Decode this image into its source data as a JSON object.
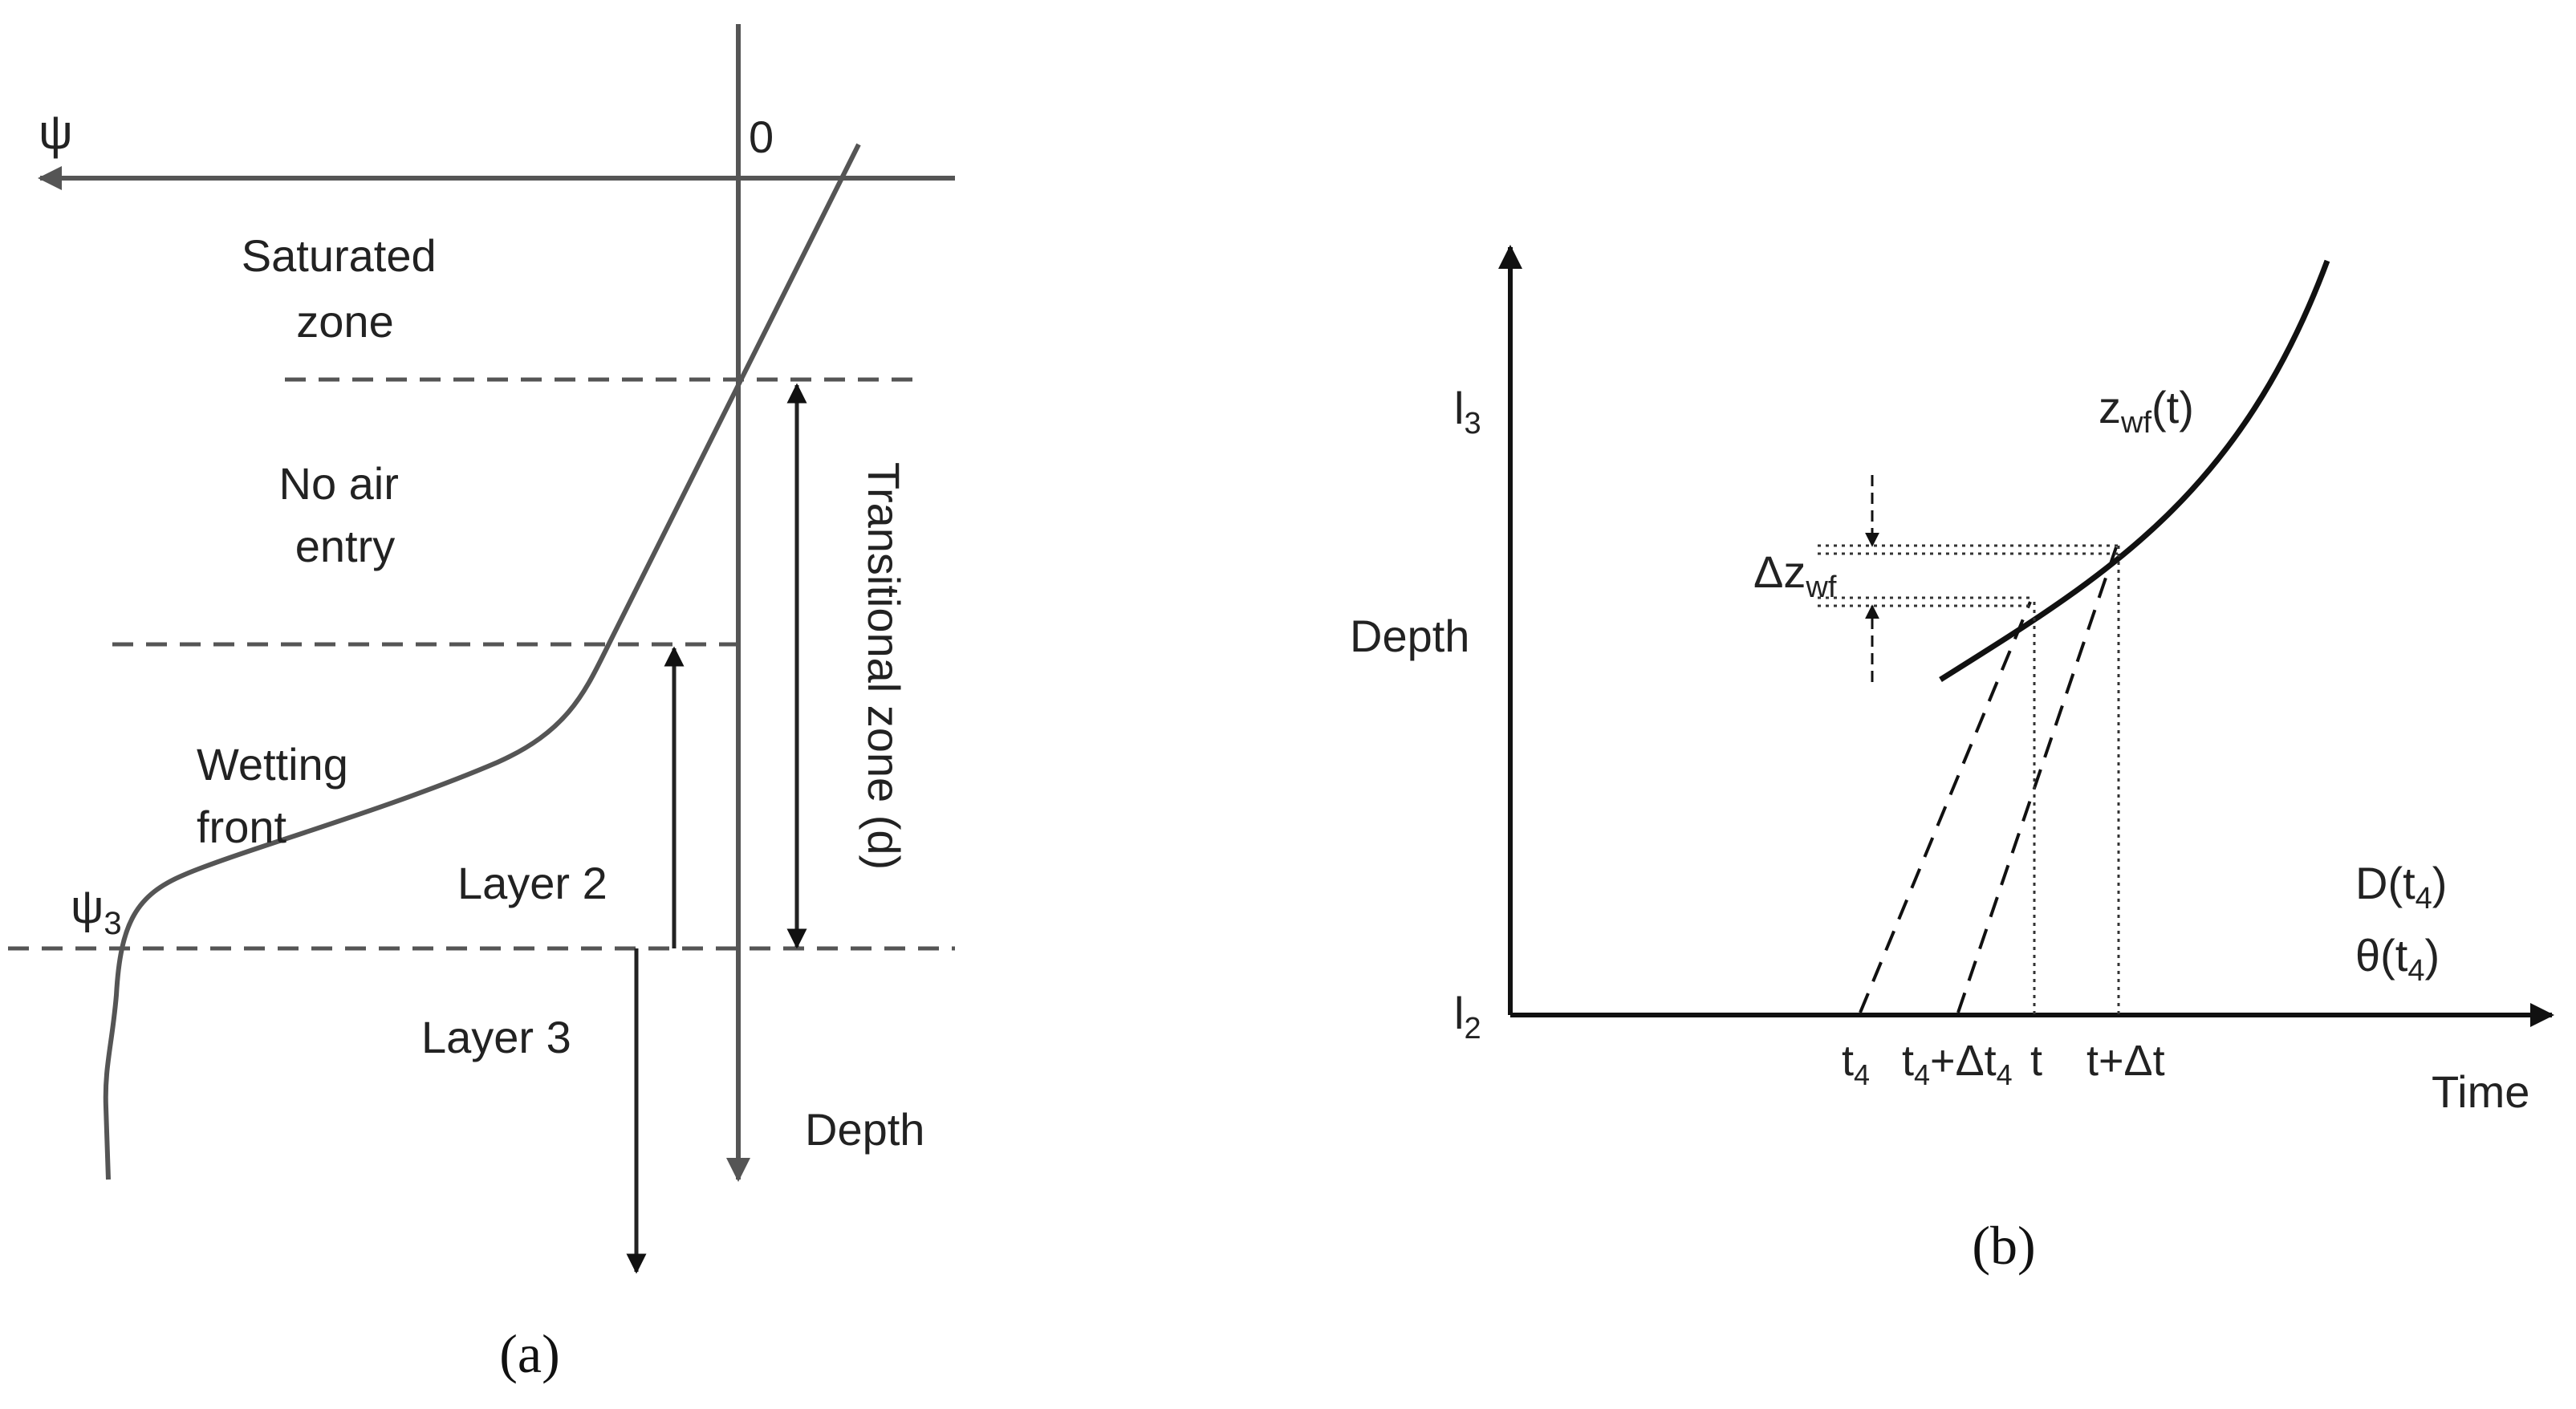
{
  "panel_a": {
    "psi_axis_label": "ψ",
    "zero_label": "0",
    "saturated_zone": [
      "Saturated",
      "zone"
    ],
    "no_air_entry": [
      "No air",
      "entry"
    ],
    "wetting_front": [
      "Wetting",
      "front"
    ],
    "psi3": {
      "base": "ψ",
      "sub": "3"
    },
    "layer2": "Layer 2",
    "layer3": "Layer 3",
    "depth": "Depth",
    "transitional_zone": "Transitional zone (d)",
    "caption": "(a)"
  },
  "panel_b": {
    "l3": {
      "base": "l",
      "sub": "3"
    },
    "l2": {
      "base": "l",
      "sub": "2"
    },
    "depth": "Depth",
    "time": "Time",
    "zwf": {
      "base": "z",
      "sub": "wf",
      "tail": "(t)"
    },
    "delta_zwf": {
      "base": "Δz",
      "sub": "wf"
    },
    "d_t4": {
      "base": "D(t",
      "sub": "4",
      "tail": ")"
    },
    "theta_t4": {
      "base": "θ(t",
      "sub": "4",
      "tail": ")"
    },
    "tick_t4": {
      "base": "t",
      "sub": "4"
    },
    "tick_t4_dt4": {
      "base": "t",
      "sub": "4",
      "mid": "+Δt",
      "sub2": "4"
    },
    "tick_t": "t",
    "tick_t_dt": "t+Δt",
    "caption": "(b)"
  }
}
